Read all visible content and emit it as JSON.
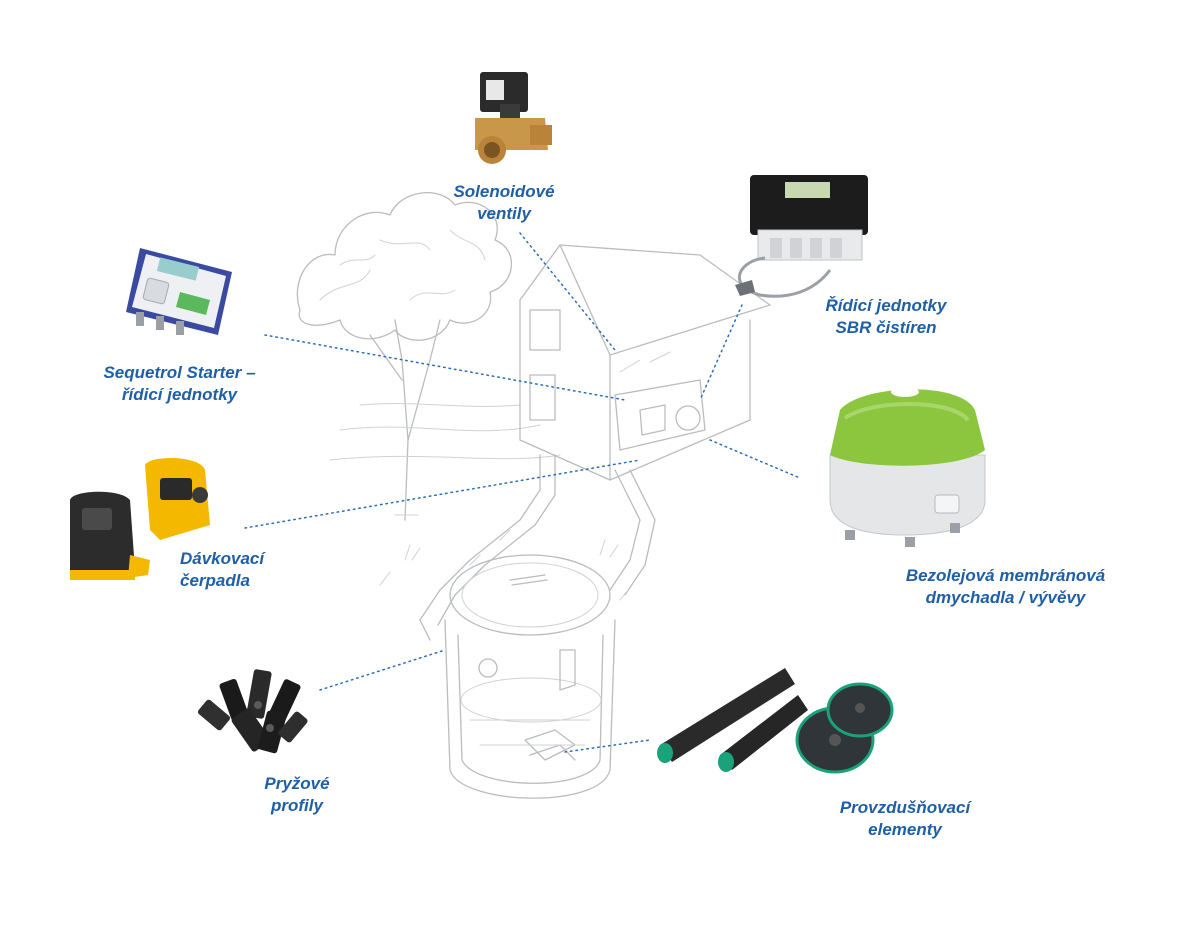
{
  "colors": {
    "label": "#1f5fa6",
    "leader": "#2a6db8",
    "sketch": "#b9bcc0",
    "blower_lid": "#8cc63f",
    "pump_yellow": "#f5b800",
    "aerator_green": "#1aa37a"
  },
  "labels": {
    "solenoid": [
      "Solenoidové",
      "ventily"
    ],
    "sbr": [
      "Řídicí jednotky",
      "SBR čistíren"
    ],
    "sequetrol": [
      "Sequetrol Starter –",
      "řídicí jednotky"
    ],
    "blower": [
      "Bezolejová membránová",
      "dmychadla / vývěvy"
    ],
    "pumps": [
      "Dávkovací",
      "čerpadla"
    ],
    "rubber": [
      "Pryžové",
      "profily"
    ],
    "aeration": [
      "Provzdušňovací",
      "elementy"
    ]
  }
}
